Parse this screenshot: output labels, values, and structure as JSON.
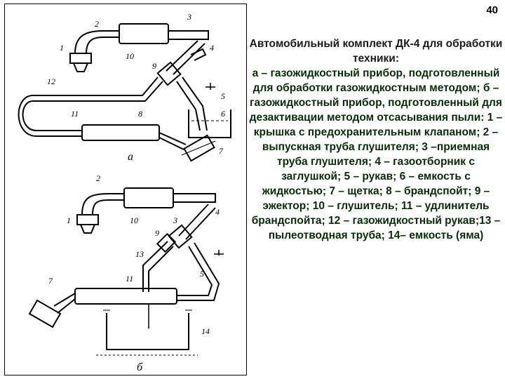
{
  "slide_number": "40",
  "caption": {
    "title": "Автомобильный комплект ДК-4 для обработки техники:",
    "body": "а – газожидкостный прибор, подготовленный для обработки газожидкостным методом; б – газожидкостный прибор, подготовленный для дезактивации методом отсасывания пыли: 1 – крышка с предохранительным клапаном; 2 – выпускная труба глушителя; 3 –приемная труба глушителя; 4 – газоотборник с заглушкой; 5 – рукав; 6 – емкость с жидкостью; 7 – щетка; 8 – брандспойт; 9 –эжектор; 10 – глушитель; 11 – удлинитель брандспойта; 12 – газожидкостный рукав;13 – пылеотводная труба; 14– емкость (яма)"
  },
  "figure": {
    "part_a": {
      "subfigure_label": "а",
      "labels": [
        "1",
        "2",
        "3",
        "4",
        "5",
        "6",
        "7",
        "8",
        "9",
        "10",
        "11",
        "12"
      ]
    },
    "part_b": {
      "subfigure_label": "б",
      "labels": [
        "1",
        "2",
        "3",
        "4",
        "5",
        "7",
        "9",
        "10",
        "11",
        "13",
        "14"
      ]
    }
  }
}
